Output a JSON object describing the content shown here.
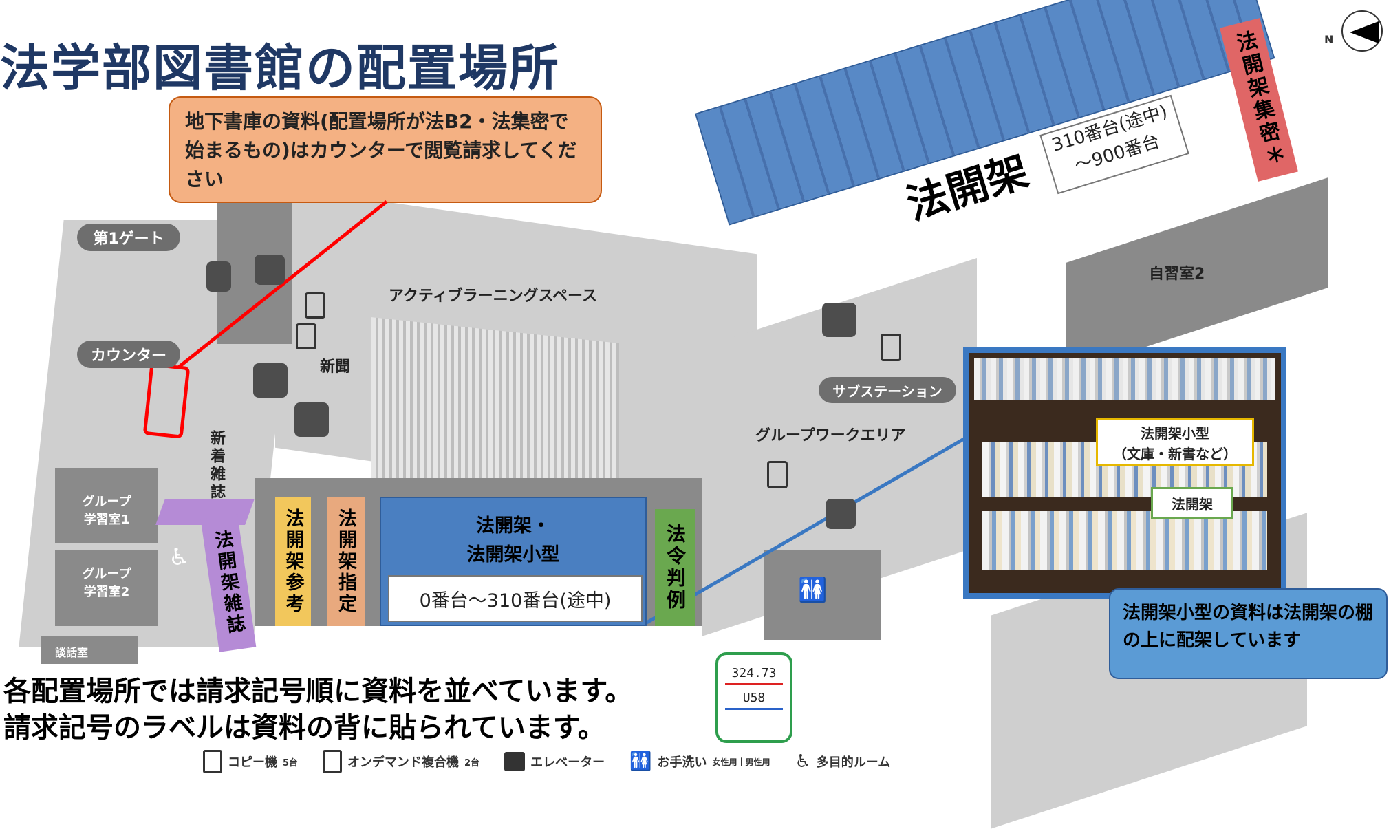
{
  "title": "法学部図書館の配置場所",
  "compass": {
    "label": "N"
  },
  "callouts": {
    "basement": "地下書庫の資料(配置場所が法B2・法集密で始まるもの)はカウンターで閲覧請求してください",
    "small_shelf": "法開架小型の資料は法開架の棚の上に配架しています"
  },
  "areas": {
    "hou_kaika_main": "法開架",
    "hou_kaika_range": "310番台(途中)\n～900番台",
    "hou_kaika_shumitsu": "法開架集密＊",
    "hou_kaika_small": "法開架・\n法開架小型",
    "hou_kaika_small_range": "0番台～310番台(途中)",
    "hou_kaika_sanko": "法開架参考",
    "hou_kaika_shitei": "法開架指定",
    "hou_rei_hanrei": "法令判例",
    "hou_kaika_zasshi": "法開架雑誌"
  },
  "map_labels": {
    "gate1": "第1ゲート",
    "counter": "カウンター",
    "active_learning": "アクティブラーニングスペース",
    "newspaper": "新聞",
    "new_magazines": "新着雑誌",
    "sub_station": "サブステーション",
    "group_work": "グループワークエリア",
    "self_study2": "自習室2",
    "group_room1": "グループ\n学習室1",
    "group_room2": "グループ\n学習室2",
    "call_room": "談話室"
  },
  "photo": {
    "label_small": "法開架小型\n（文庫・新書など）",
    "label_shelf": "法開架"
  },
  "notes": {
    "line1": "各配置場所では請求記号順に資料を並べています。",
    "line2": "請求記号のラベルは資料の背に貼られています。"
  },
  "call_number_label": {
    "top": "324.73",
    "bottom": "U58"
  },
  "legend": [
    {
      "icon": "copier-icon",
      "label": "コピー機",
      "sub": "5台"
    },
    {
      "icon": "on-demand-printer-icon",
      "label": "オンデマンド複合機",
      "sub": "2台"
    },
    {
      "icon": "elevator-icon",
      "label": "エレベーター",
      "sub": ""
    },
    {
      "icon": "restroom-icon",
      "label": "お手洗い",
      "sub": "女性用｜男性用"
    },
    {
      "icon": "accessible-icon",
      "label": "多目的ルーム",
      "sub": ""
    }
  ],
  "colors": {
    "title": "#1f3864",
    "kaika_blue": "#4a7fc1",
    "shumitsu_red": "#e06666",
    "sanko_yellow": "#f2c75c",
    "shitei_orange": "#e8a97e",
    "hanrei_green": "#6aa84f",
    "zasshi_purple": "#b58bd6",
    "callout_orange": "#f4b183",
    "callout_blue": "#5b9bd5",
    "red_line": "#ff0000"
  }
}
